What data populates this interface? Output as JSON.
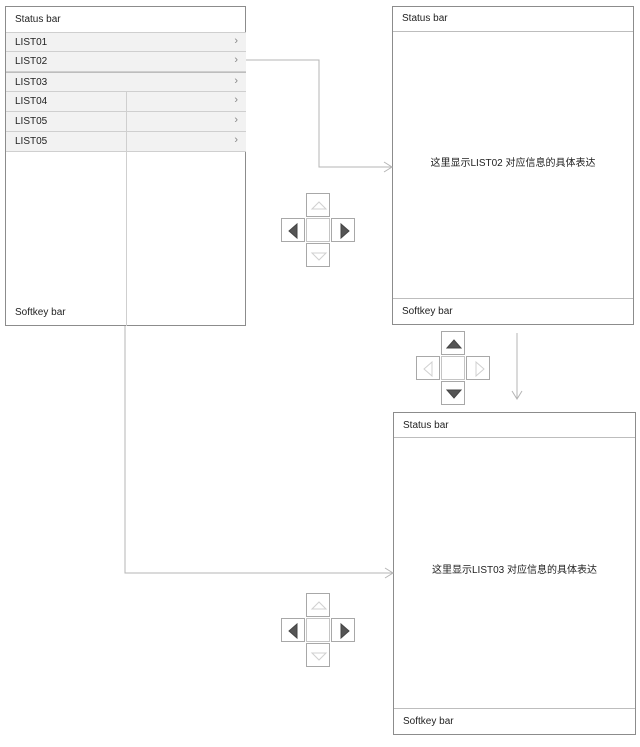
{
  "list_screen": {
    "status_bar": "Status bar",
    "softkey_bar": "Softkey bar",
    "items": [
      {
        "label": "LIST01",
        "chevron": "›"
      },
      {
        "label": "LIST02",
        "chevron": "›"
      },
      {
        "label": "LIST03",
        "chevron": "›"
      },
      {
        "label": "LIST04",
        "chevron": "›"
      },
      {
        "label": "LIST05",
        "chevron": "›"
      },
      {
        "label": "LIST05",
        "chevron": "›"
      }
    ]
  },
  "detail_screen_1": {
    "status_bar": "Status bar",
    "content": "这里显示LIST02 对应信息的具体表达",
    "softkey_bar": "Softkey bar"
  },
  "detail_screen_2": {
    "status_bar": "Status bar",
    "content": "这里显示LIST03 对应信息的具体表达",
    "softkey_bar": "Softkey bar"
  },
  "dpads": {
    "horizontal_1": {
      "active": [
        "left",
        "right"
      ],
      "inactive": [
        "up",
        "down"
      ]
    },
    "vertical": {
      "active": [
        "up",
        "down"
      ],
      "inactive": [
        "left",
        "right"
      ]
    },
    "horizontal_2": {
      "active": [
        "left",
        "right"
      ],
      "inactive": [
        "up",
        "down"
      ]
    }
  },
  "colors": {
    "screen_border": "#8c8c8c",
    "list_row_bg": "#f2f2f2",
    "connector": "#b5b5b5",
    "arrow_active": "#555555",
    "arrow_inactive": "#d9d9d9"
  }
}
